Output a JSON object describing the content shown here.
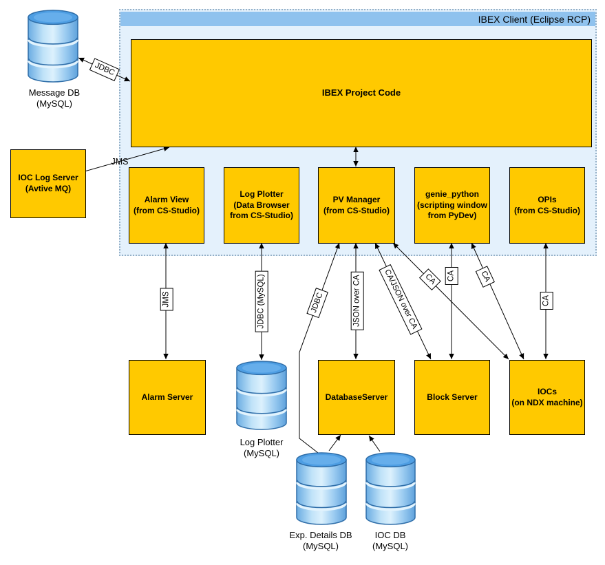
{
  "container": {
    "title": "IBEX Client (Eclipse RCP)"
  },
  "nodes": {
    "project_code": "IBEX Project Code",
    "alarm_view": "Alarm View\n(from CS-Studio)",
    "log_plotter": "Log Plotter\n(Data Browser\nfrom CS-Studio)",
    "pv_manager": "PV Manager\n(from CS-Studio)",
    "genie_python": "genie_python\n(scripting window\nfrom PyDev)",
    "opis": "OPIs\n(from CS-Studio)",
    "ioc_log_server": "IOC Log Server\n(Avtive MQ)",
    "alarm_server": "Alarm Server",
    "database_server": "DatabaseServer",
    "block_server": "Block Server",
    "iocs": "IOCs\n(on NDX machine)"
  },
  "databases": {
    "message_db": "Message DB\n(MySQL)",
    "log_plotter_db": "Log Plotter\n(MySQL)",
    "exp_details_db": "Exp. Details DB\n(MySQL)",
    "ioc_db": "IOC DB\n(MySQL)"
  },
  "edge_labels": {
    "jdbc_client": "JDBC",
    "jms_to_client": "JMS",
    "jms_alarm": "JMS",
    "jdbc_mysql": "JDBC (MySQL)",
    "jdbc_expdb": "JDBC",
    "json_over_ca": "JSON over CA",
    "ca_json_over_ca": "CA/JSON over CA",
    "ca_pv_iocs": "CA",
    "ca_genie_block": "CA",
    "ca_genie_iocs": "CA",
    "ca_opis_iocs": "CA"
  },
  "colors": {
    "node_fill": "#FFC900",
    "container_fill": "#E4F1FC",
    "container_band": "#8FC2EE",
    "container_border": "#94AFC6",
    "edge_color": "#000000",
    "db_top": "#4E9EE3",
    "db_stroke": "#2E6DA8",
    "db_light": "#DCF1FD",
    "db_dark": "#5FA2DC"
  }
}
